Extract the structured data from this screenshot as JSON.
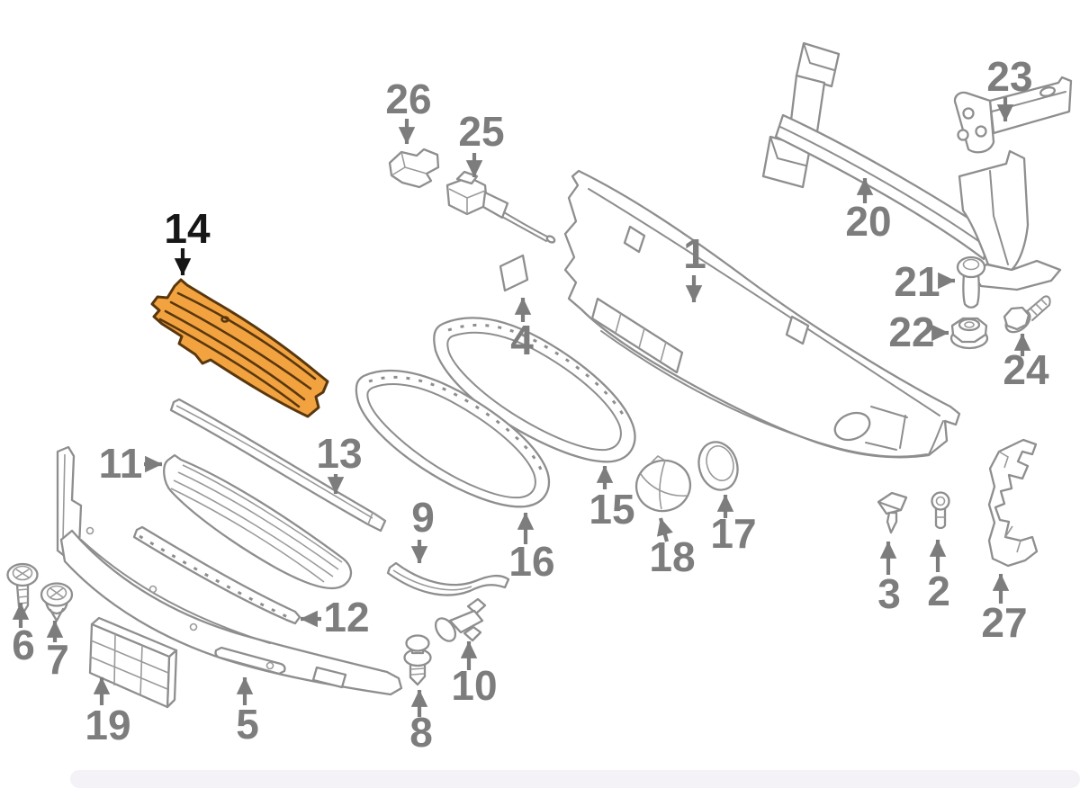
{
  "diagram": {
    "highlighted_part": "14",
    "labels": [
      "1",
      "2",
      "3",
      "4",
      "5",
      "6",
      "7",
      "8",
      "9",
      "10",
      "11",
      "12",
      "13",
      "14",
      "15",
      "16",
      "17",
      "18",
      "19",
      "20",
      "21",
      "22",
      "23",
      "24",
      "25",
      "26",
      "27"
    ],
    "colors": {
      "background": "#ffffff",
      "part_line": "#8e8e8e",
      "label_text": "#7d7d7d",
      "highlight_fill": "#f2a340",
      "highlight_outline": "#59370e",
      "highlight_label_text": "#161616",
      "footer_bar": "#f4f2f6"
    }
  }
}
